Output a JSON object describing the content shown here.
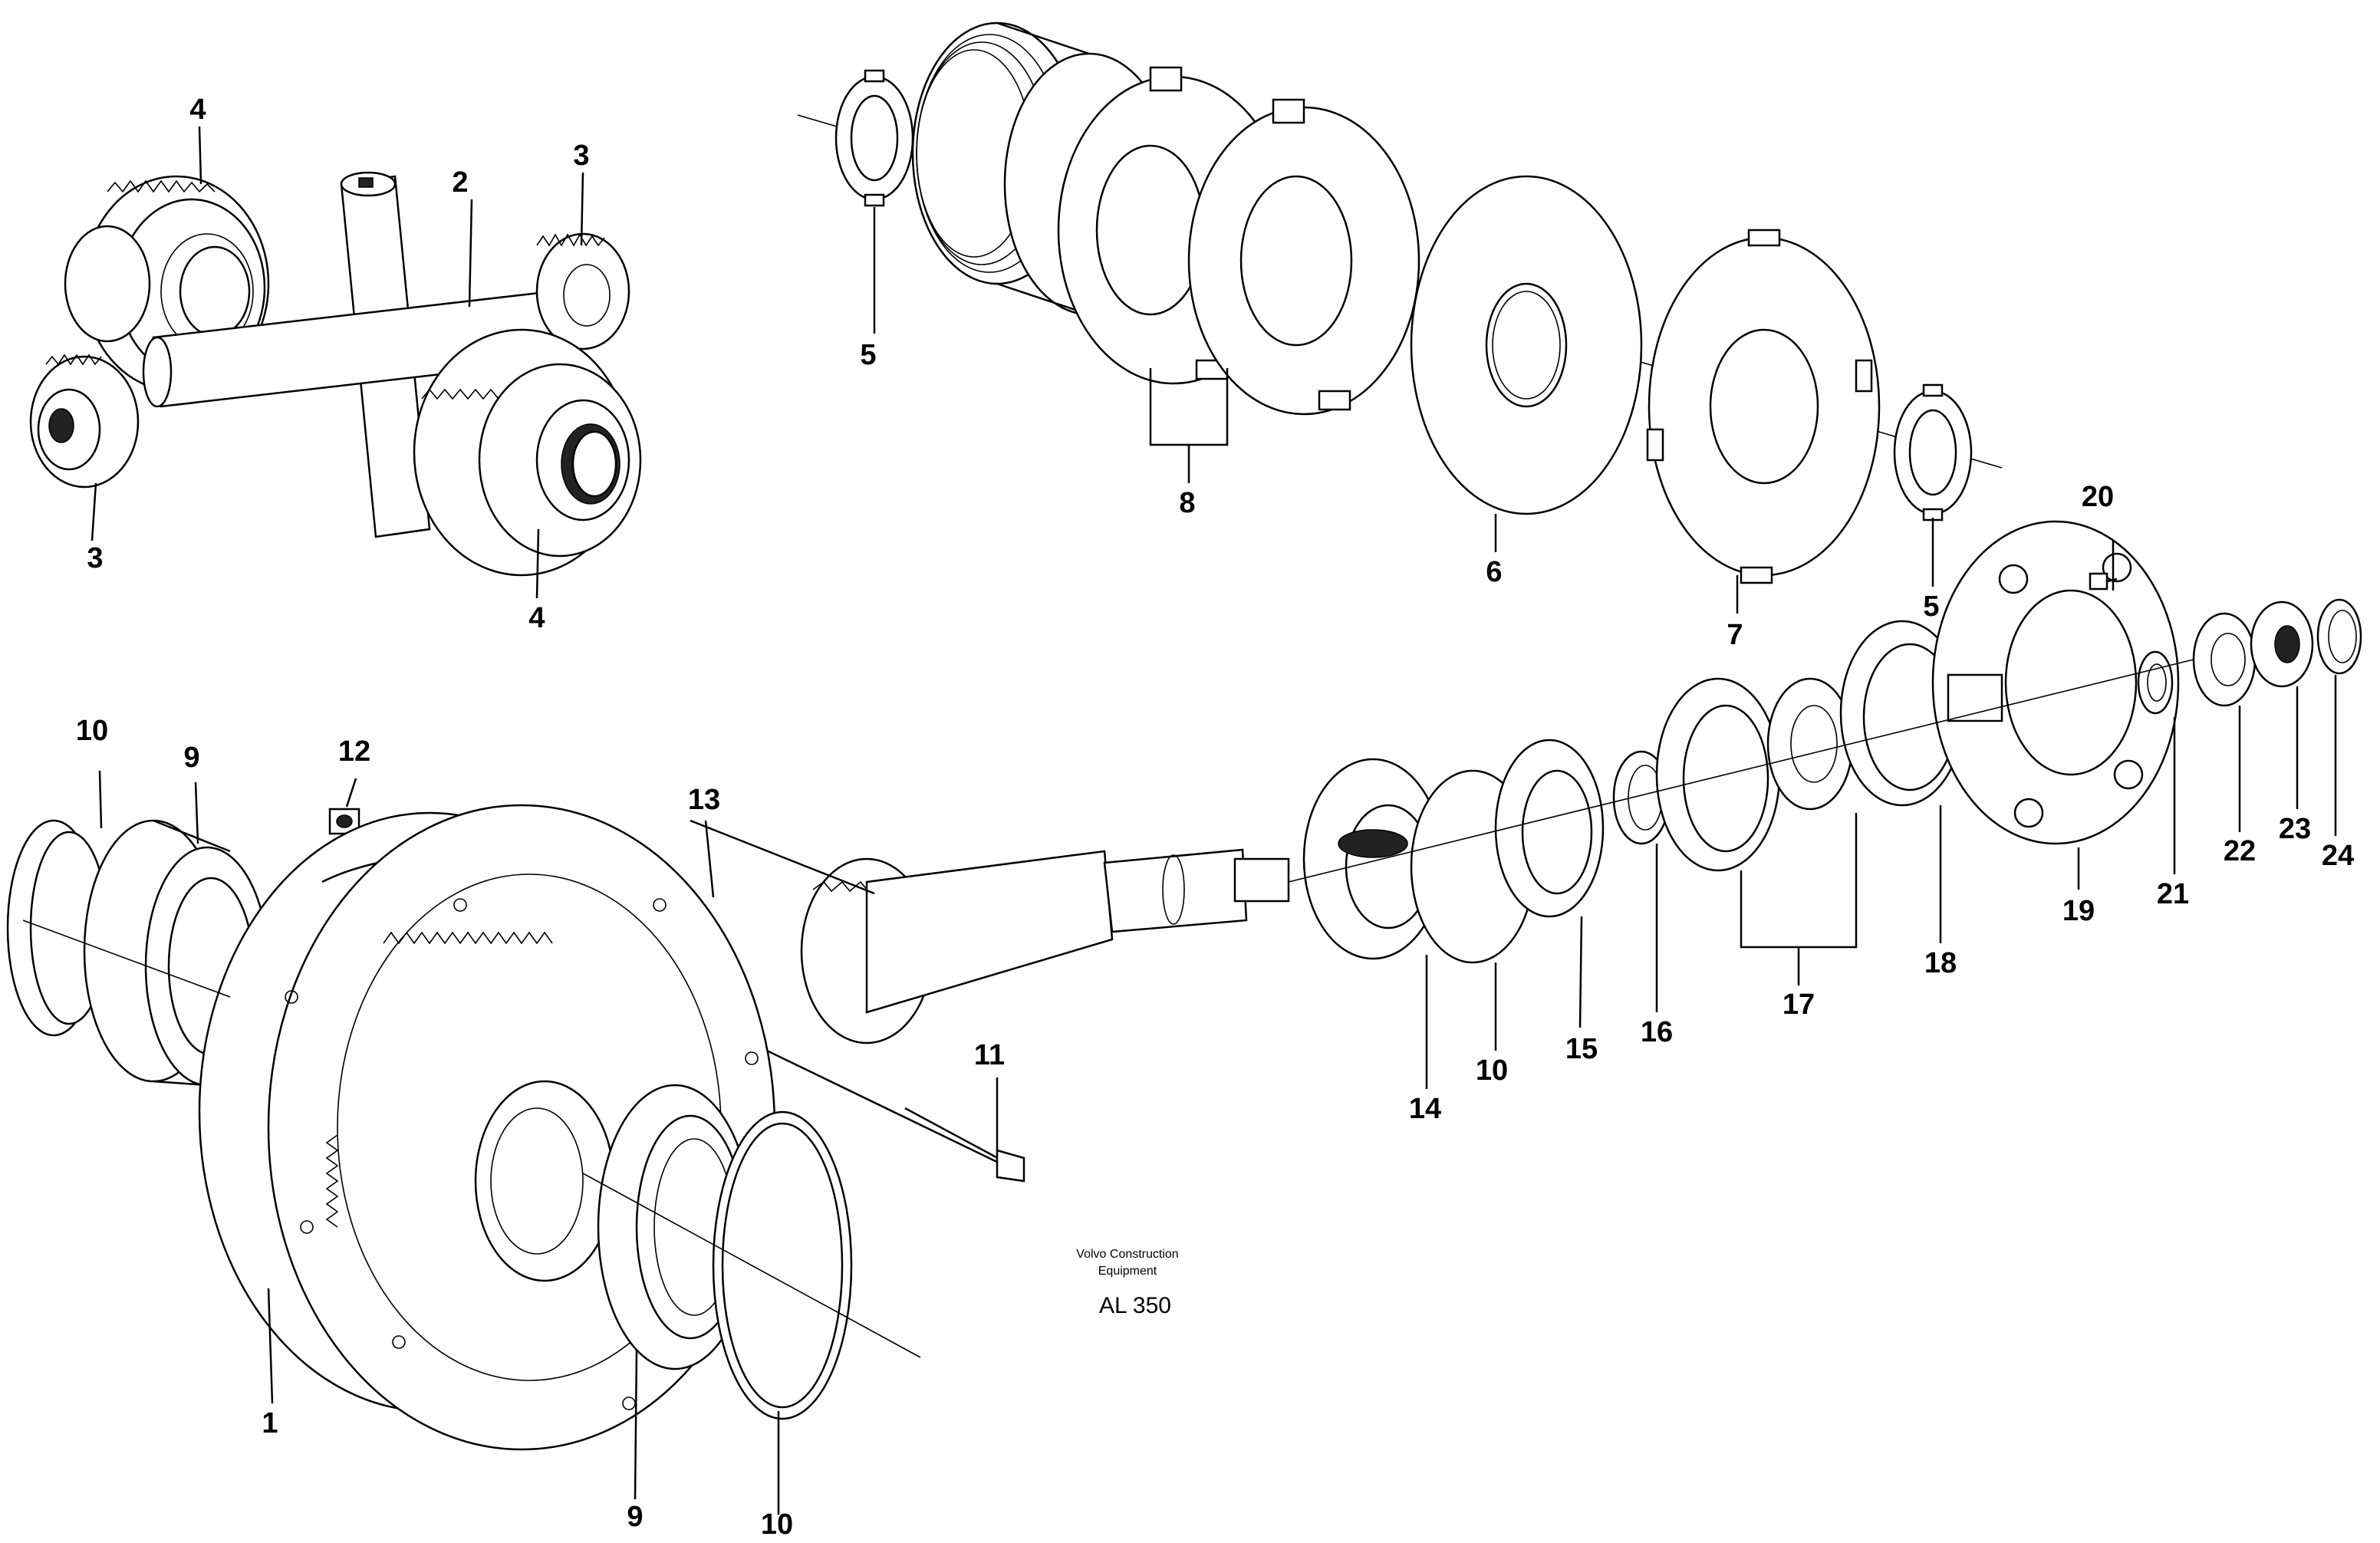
{
  "credit": {
    "line1": "Volvo Construction",
    "line2": "Equipment",
    "code": "AL 350"
  },
  "callouts": [
    {
      "id": "c4a",
      "label": "4"
    },
    {
      "id": "c2",
      "label": "2"
    },
    {
      "id": "c3a",
      "label": "3"
    },
    {
      "id": "c3b",
      "label": "3"
    },
    {
      "id": "c4b",
      "label": "4"
    },
    {
      "id": "c5a",
      "label": "5"
    },
    {
      "id": "c8",
      "label": "8"
    },
    {
      "id": "c6",
      "label": "6"
    },
    {
      "id": "c7",
      "label": "7"
    },
    {
      "id": "c5b",
      "label": "5"
    },
    {
      "id": "c20",
      "label": "20"
    },
    {
      "id": "c10a",
      "label": "10"
    },
    {
      "id": "c9a",
      "label": "9"
    },
    {
      "id": "c12",
      "label": "12"
    },
    {
      "id": "c13",
      "label": "13"
    },
    {
      "id": "c11",
      "label": "11"
    },
    {
      "id": "c1",
      "label": "1"
    },
    {
      "id": "c9b",
      "label": "9"
    },
    {
      "id": "c10b",
      "label": "10"
    },
    {
      "id": "c14",
      "label": "14"
    },
    {
      "id": "c10c",
      "label": "10"
    },
    {
      "id": "c15",
      "label": "15"
    },
    {
      "id": "c16",
      "label": "16"
    },
    {
      "id": "c17",
      "label": "17"
    },
    {
      "id": "c18",
      "label": "18"
    },
    {
      "id": "c19",
      "label": "19"
    },
    {
      "id": "c21",
      "label": "21"
    },
    {
      "id": "c22",
      "label": "22"
    },
    {
      "id": "c23",
      "label": "23"
    },
    {
      "id": "c24",
      "label": "24"
    }
  ]
}
